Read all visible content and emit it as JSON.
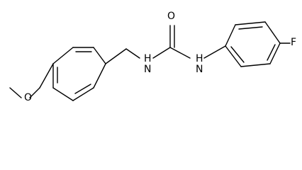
{
  "molecule": {
    "atoms": {
      "carbonyl_oxygen": "O",
      "nh_left": "H",
      "n_left": "N",
      "nh_right": "H",
      "n_right": "N",
      "fluorine": "F",
      "methoxy_oxygen": "O"
    }
  }
}
